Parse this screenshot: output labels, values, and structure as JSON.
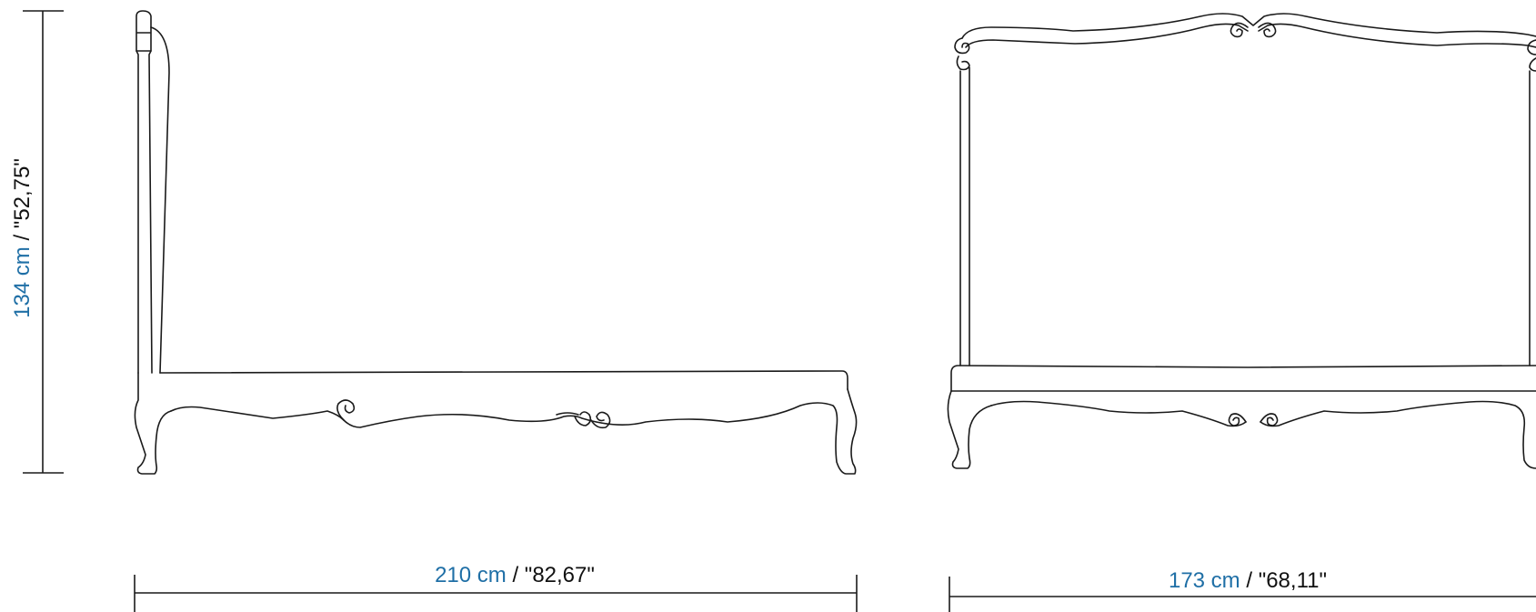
{
  "dimensions": {
    "height": {
      "metric": "134 cm",
      "separator": " / ",
      "imperial": "\"52,75\""
    },
    "length": {
      "metric": "210 cm",
      "separator": " / ",
      "imperial": "\"82,67\""
    },
    "width": {
      "metric": "173 cm",
      "separator": " / ",
      "imperial": "\"68,11\""
    }
  },
  "colors": {
    "metric_text": "#1f6fa6",
    "imperial_text": "#111111",
    "line_art": "#1a1a1a"
  }
}
